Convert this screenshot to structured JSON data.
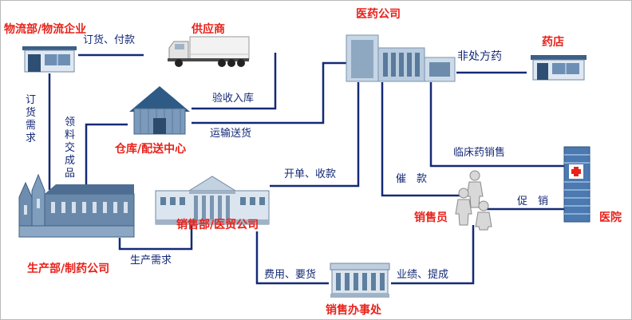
{
  "nodes": {
    "logistics": "物流部/物流企业",
    "supplier": "供应商",
    "pharma_company": "医药公司",
    "pharmacy": "药店",
    "warehouse": "仓库/配送中心",
    "production": "生产部/制药公司",
    "sales_dept": "销售部/医贸公司",
    "salesperson": "销售员",
    "hospital": "医院",
    "sales_office": "销售办事处"
  },
  "edges": {
    "order_pay": "订货、付款",
    "inspect_store": "验收入库",
    "transport": "运输送货",
    "order_demand": "订货需求",
    "material_finished": "领料交成品",
    "nonrx": "非处方药",
    "clinical": "临床药销售",
    "billing": "开单、收款",
    "collection": "催　款",
    "promotion": "促　销",
    "production_demand": "生产需求",
    "expense_goods": "费用、要货",
    "performance": "业绩、提成"
  }
}
